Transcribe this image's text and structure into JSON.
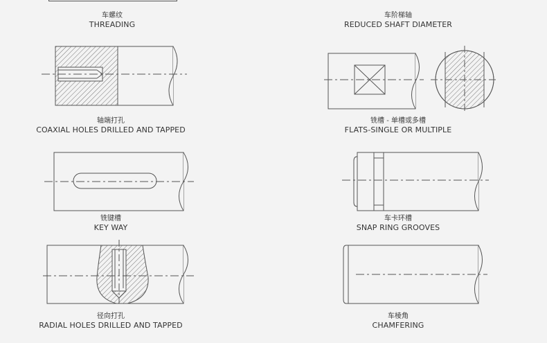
{
  "items": [
    {
      "cn": "车螺纹",
      "en": "THREADING"
    },
    {
      "cn": "车阶梯轴",
      "en": "REDUCED SHAFT DIAMETER"
    },
    {
      "cn": "轴端打孔",
      "en": "COAXIAL HOLES DRILLED AND TAPPED"
    },
    {
      "cn": "铣槽 - 单槽或多槽",
      "en": "FLATS-SINGLE OR MULTIPLE"
    },
    {
      "cn": "铣键槽",
      "en": "KEY WAY"
    },
    {
      "cn": "车卡环槽",
      "en": "SNAP RING GROOVES"
    },
    {
      "cn": "径向打孔",
      "en": "RADIAL HOLES DRILLED AND TAPPED"
    },
    {
      "cn": "车棱角",
      "en": "CHAMFERING"
    }
  ],
  "colors": {
    "line": "#555555",
    "background": "#f3f3f3"
  }
}
